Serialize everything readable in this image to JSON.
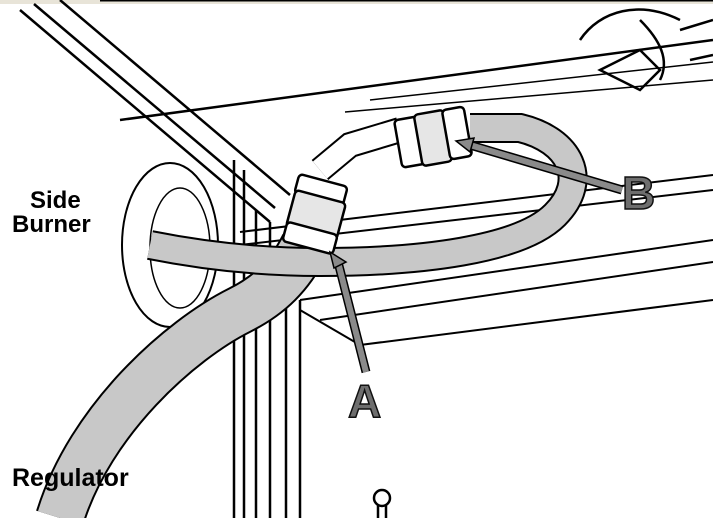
{
  "labels": {
    "side_burner_line1": "Side",
    "side_burner_line2": "Burner",
    "regulator": "Regulator",
    "callout_a": "A",
    "callout_b": "B"
  },
  "colors": {
    "hose": "#c8c8c8",
    "arrow": "#8a8a8a",
    "line": "#000000",
    "background": "#ffffff"
  }
}
